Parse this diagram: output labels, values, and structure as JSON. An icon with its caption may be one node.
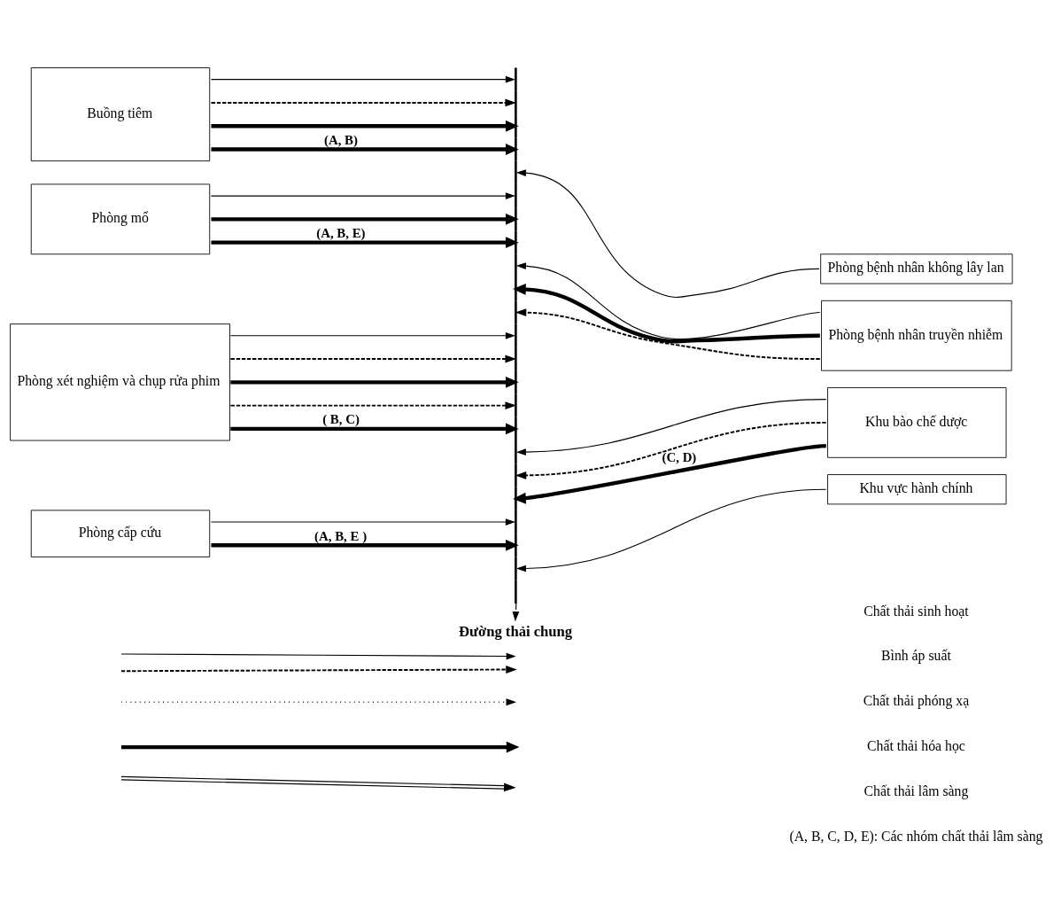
{
  "diagram": {
    "nodes": [
      {
        "text": [
          "Buồng tiêm"
        ]
      },
      {
        "text": [
          "Phòng bệnh nhân không lây lan"
        ]
      },
      {
        "text": [
          "Phòng mổ"
        ]
      },
      {
        "text": [
          "Phòng bệnh nhân truyền nhiễm"
        ]
      },
      {
        "text": [
          "Phòng xét nghiệm và chụp rửa phim"
        ]
      },
      {
        "text": [
          "Khu bào chế dược"
        ]
      },
      {
        "text": [
          "Phòng cấp cứu"
        ]
      },
      {
        "text": [
          "Khu vực hành chính"
        ]
      },
      {
        "text": [],
        "shape": "bar"
      },
      {
        "text": [
          "Đường thải chung"
        ]
      }
    ],
    "edges": [
      {
        "from": 0,
        "to": 8,
        "arrow": "to"
      },
      {
        "from": 0,
        "to": 8,
        "arrow": "to",
        "style": "dashed"
      },
      {
        "from": 0,
        "to": 8,
        "arrow": "to",
        "style": "thick"
      },
      {
        "from": 0,
        "to": 8,
        "arrow": "to",
        "style": "thick",
        "label": "(A, B)"
      },
      {
        "from": 1,
        "to": 8,
        "arrow": "to"
      },
      {
        "from": 2,
        "to": 8,
        "arrow": "to"
      },
      {
        "from": 2,
        "to": 8,
        "arrow": "to",
        "style": "thick"
      },
      {
        "from": 2,
        "to": 8,
        "arrow": "to",
        "style": "thick",
        "label": "(A, B, E)"
      },
      {
        "from": 3,
        "to": 8,
        "arrow": "to"
      },
      {
        "from": 3,
        "to": 8,
        "arrow": "to",
        "style": "thick"
      },
      {
        "from": 3,
        "to": 8,
        "arrow": "to",
        "style": "dashed"
      },
      {
        "from": 4,
        "to": 8,
        "arrow": "to"
      },
      {
        "from": 4,
        "to": 8,
        "arrow": "to",
        "style": "dashed"
      },
      {
        "from": 4,
        "to": 8,
        "arrow": "to",
        "style": "thick"
      },
      {
        "from": 4,
        "to": 8,
        "arrow": "to",
        "style": "dashed"
      },
      {
        "from": 4,
        "to": 8,
        "arrow": "to",
        "style": "thick",
        "label": "( B, C)"
      },
      {
        "from": 5,
        "to": 8,
        "arrow": "to"
      },
      {
        "from": 5,
        "to": 8,
        "arrow": "to",
        "style": "dashed"
      },
      {
        "from": 5,
        "to": 8,
        "arrow": "to",
        "style": "thick",
        "label": "(C, D)"
      },
      {
        "from": 6,
        "to": 8,
        "arrow": "to"
      },
      {
        "from": 6,
        "to": 8,
        "arrow": "to",
        "style": "thick",
        "label": "(A, B, E )"
      },
      {
        "from": 7,
        "to": 8,
        "arrow": "to"
      },
      {
        "from": 8,
        "to": 9,
        "arrow": "to"
      }
    ],
    "labels": [
      "(A, B, C, D, E): Các nhóm chất thải lâm sàng"
    ],
    "legend": [
      {
        "text": "Chất thải sinh hoạt"
      },
      {
        "text": "Bình áp suất"
      },
      {
        "text": "Chất thải phóng xạ"
      },
      {
        "text": "Chất thải hóa học"
      },
      {
        "text": "Chất thải lâm sàng"
      }
    ]
  }
}
